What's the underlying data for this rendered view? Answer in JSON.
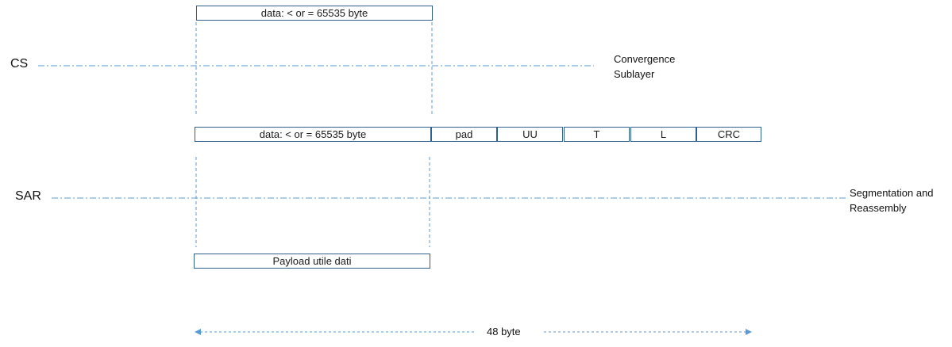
{
  "layers": {
    "cs": {
      "abbr": "CS",
      "description_line1": "Convergence",
      "description_line2": "Sublayer"
    },
    "sar": {
      "abbr": "SAR",
      "description_line1": "Segmentation and",
      "description_line2": "Reassembly"
    }
  },
  "cs_block": {
    "label": "data: < or = 65535 byte"
  },
  "sar_row": {
    "data_label": "data: < or = 65535 byte",
    "fields": [
      "pad",
      "UU",
      "T",
      "L",
      "CRC"
    ]
  },
  "payload": {
    "label": "Payload utile dati"
  },
  "span": {
    "label": "48 byte"
  },
  "colors": {
    "line": "#5b9bd5",
    "box_border": "#2f5f8f"
  }
}
